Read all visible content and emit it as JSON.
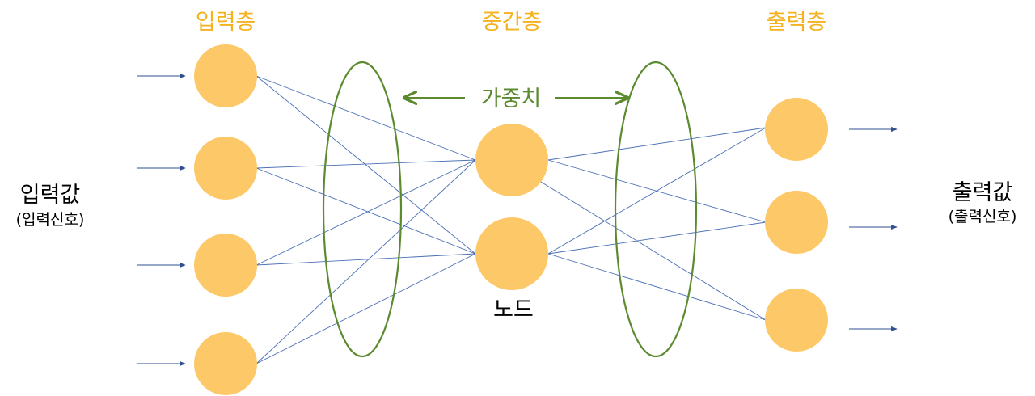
{
  "layers": {
    "input_title": "입력층",
    "hidden_title": "중간층",
    "output_title": "출력층"
  },
  "weight_label": "가중치",
  "node_label": "노드",
  "input_side": {
    "main": "입력값",
    "sub": "(입력신호)"
  },
  "output_side": {
    "main": "출력값",
    "sub": "(출력신호)"
  },
  "colors": {
    "node_fill": "#FDC867",
    "title_text": "#F5B21E",
    "weight_group": "#5B8A2F",
    "connection": "#4A6FB5"
  }
}
